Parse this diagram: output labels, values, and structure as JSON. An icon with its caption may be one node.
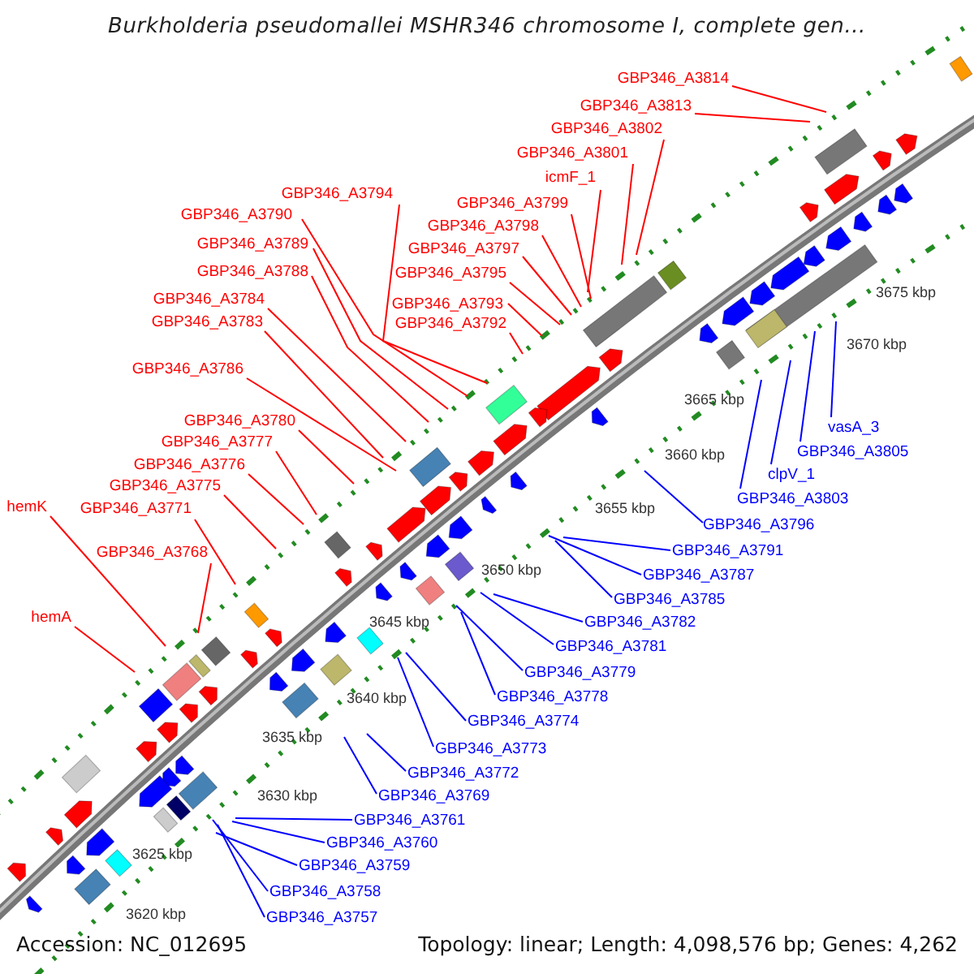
{
  "diagram": {
    "title": "Burkholderia pseudomallei MSHR346 chromosome I, complete gen...",
    "nodes": [
      {
        "text": [
          "GBP346_A3814"
        ]
      },
      {
        "text": [
          "GBP346_A3813"
        ]
      },
      {
        "text": [
          "GBP346_A3802"
        ]
      },
      {
        "text": [
          "GBP346_A3801"
        ]
      },
      {
        "text": [
          "icmF_1"
        ]
      },
      {
        "text": [
          "GBP346_A3794"
        ]
      },
      {
        "text": [
          "GBP346_A3799"
        ]
      },
      {
        "text": [
          "GBP346_A3790"
        ]
      },
      {
        "text": [
          "GBP346_A3798"
        ]
      },
      {
        "text": [
          "GBP346_A3789"
        ]
      },
      {
        "text": [
          "GBP346_A3797"
        ]
      },
      {
        "text": [
          "GBP346_A3788"
        ]
      },
      {
        "text": [
          "GBP346_A3795"
        ]
      },
      {
        "text": [
          "GBP346_A3784"
        ]
      },
      {
        "text": [
          "GBP346_A3793"
        ]
      },
      {
        "text": [
          "GBP346_A3783"
        ]
      },
      {
        "text": [
          "GBP346_A3792"
        ]
      },
      {
        "text": [
          "GBP346_A3786"
        ]
      },
      {
        "text": [
          "GBP346_A3780"
        ]
      },
      {
        "text": [
          "GBP346_A3777"
        ]
      },
      {
        "text": [
          "GBP346_A3776"
        ]
      },
      {
        "text": [
          "GBP346_A3775"
        ]
      },
      {
        "text": [
          "hemK"
        ]
      },
      {
        "text": [
          "GBP346_A3771"
        ]
      },
      {
        "text": [
          "GBP346_A3768"
        ]
      },
      {
        "text": [
          "hemA"
        ]
      },
      {
        "text": [
          "vasA_3"
        ]
      },
      {
        "text": [
          "GBP346_A3805"
        ]
      },
      {
        "text": [
          "clpV_1"
        ]
      },
      {
        "text": [
          "GBP346_A3803"
        ]
      },
      {
        "text": [
          "GBP346_A3796"
        ]
      },
      {
        "text": [
          "GBP346_A3791"
        ]
      },
      {
        "text": [
          "GBP346_A3787"
        ]
      },
      {
        "text": [
          "GBP346_A3785"
        ]
      },
      {
        "text": [
          "GBP346_A3782"
        ]
      },
      {
        "text": [
          "GBP346_A3781"
        ]
      },
      {
        "text": [
          "GBP346_A3779"
        ]
      },
      {
        "text": [
          "GBP346_A3778"
        ]
      },
      {
        "text": [
          "GBP346_A3774"
        ]
      },
      {
        "text": [
          "GBP346_A3773"
        ]
      },
      {
        "text": [
          "GBP346_A3772"
        ]
      },
      {
        "text": [
          "GBP346_A3769"
        ]
      },
      {
        "text": [
          "GBP346_A3761"
        ]
      },
      {
        "text": [
          "GBP346_A3760"
        ]
      },
      {
        "text": [
          "GBP346_A3759"
        ]
      },
      {
        "text": [
          "GBP346_A3758"
        ]
      },
      {
        "text": [
          "GBP346_A3757"
        ]
      }
    ],
    "edges": [
      {
        "from": 0,
        "to": null,
        "arrow": "none"
      },
      {
        "from": 1,
        "to": null,
        "arrow": "none"
      },
      {
        "from": 2,
        "to": null,
        "arrow": "none"
      },
      {
        "from": 3,
        "to": null,
        "arrow": "none"
      },
      {
        "from": 4,
        "to": null,
        "arrow": "none"
      },
      {
        "from": 5,
        "to": null,
        "arrow": "none"
      },
      {
        "from": 6,
        "to": null,
        "arrow": "none"
      },
      {
        "from": 7,
        "to": null,
        "arrow": "none"
      },
      {
        "from": 8,
        "to": null,
        "arrow": "none"
      },
      {
        "from": 9,
        "to": null,
        "arrow": "none"
      },
      {
        "from": 10,
        "to": null,
        "arrow": "none"
      },
      {
        "from": 11,
        "to": null,
        "arrow": "none"
      },
      {
        "from": 12,
        "to": null,
        "arrow": "none"
      },
      {
        "from": 13,
        "to": null,
        "arrow": "none"
      },
      {
        "from": 14,
        "to": null,
        "arrow": "none"
      },
      {
        "from": 15,
        "to": null,
        "arrow": "none"
      },
      {
        "from": 16,
        "to": null,
        "arrow": "none"
      },
      {
        "from": 17,
        "to": null,
        "arrow": "none"
      },
      {
        "from": 18,
        "to": null,
        "arrow": "none"
      },
      {
        "from": 19,
        "to": null,
        "arrow": "none"
      },
      {
        "from": 20,
        "to": null,
        "arrow": "none"
      },
      {
        "from": 21,
        "to": null,
        "arrow": "none"
      },
      {
        "from": 22,
        "to": null,
        "arrow": "none"
      },
      {
        "from": 23,
        "to": null,
        "arrow": "none"
      },
      {
        "from": 24,
        "to": null,
        "arrow": "none"
      },
      {
        "from": 25,
        "to": null,
        "arrow": "none"
      },
      {
        "from": 26,
        "to": null,
        "arrow": "none",
        "color": "#0000ff"
      },
      {
        "from": 27,
        "to": null,
        "arrow": "none",
        "color": "#0000ff"
      },
      {
        "from": 28,
        "to": null,
        "arrow": "none",
        "color": "#0000ff"
      },
      {
        "from": 29,
        "to": null,
        "arrow": "none",
        "color": "#0000ff"
      },
      {
        "from": 30,
        "to": null,
        "arrow": "none",
        "color": "#0000ff"
      },
      {
        "from": 31,
        "to": null,
        "arrow": "none",
        "color": "#0000ff"
      },
      {
        "from": 32,
        "to": null,
        "arrow": "none",
        "color": "#0000ff"
      },
      {
        "from": 33,
        "to": null,
        "arrow": "none",
        "color": "#0000ff"
      },
      {
        "from": 34,
        "to": null,
        "arrow": "none",
        "color": "#0000ff"
      },
      {
        "from": 35,
        "to": null,
        "arrow": "none",
        "color": "#0000ff"
      },
      {
        "from": 36,
        "to": null,
        "arrow": "none",
        "color": "#0000ff"
      },
      {
        "from": 37,
        "to": null,
        "arrow": "none",
        "color": "#0000ff"
      },
      {
        "from": 38,
        "to": null,
        "arrow": "none",
        "color": "#0000ff"
      },
      {
        "from": 39,
        "to": null,
        "arrow": "none",
        "color": "#0000ff"
      },
      {
        "from": 40,
        "to": null,
        "arrow": "none",
        "color": "#0000ff"
      },
      {
        "from": 41,
        "to": null,
        "arrow": "none",
        "color": "#0000ff"
      },
      {
        "from": 42,
        "to": null,
        "arrow": "none",
        "color": "#0000ff"
      },
      {
        "from": 43,
        "to": null,
        "arrow": "none",
        "color": "#0000ff"
      },
      {
        "from": 44,
        "to": null,
        "arrow": "none",
        "color": "#0000ff"
      },
      {
        "from": 45,
        "to": null,
        "arrow": "none",
        "color": "#0000ff"
      },
      {
        "from": 46,
        "to": null,
        "arrow": "none",
        "color": "#0000ff"
      }
    ],
    "labels": [
      "3675 kbp",
      "3670 kbp",
      "3665 kbp",
      "3660 kbp",
      "3655 kbp",
      "3650 kbp",
      "3645 kbp",
      "3640 kbp",
      "3635 kbp",
      "3630 kbp",
      "3625 kbp",
      "3620 kbp",
      "Accession: NC_012695",
      "Topology: linear; Length: 4,098,576 bp; Genes: 4,262"
    ]
  }
}
